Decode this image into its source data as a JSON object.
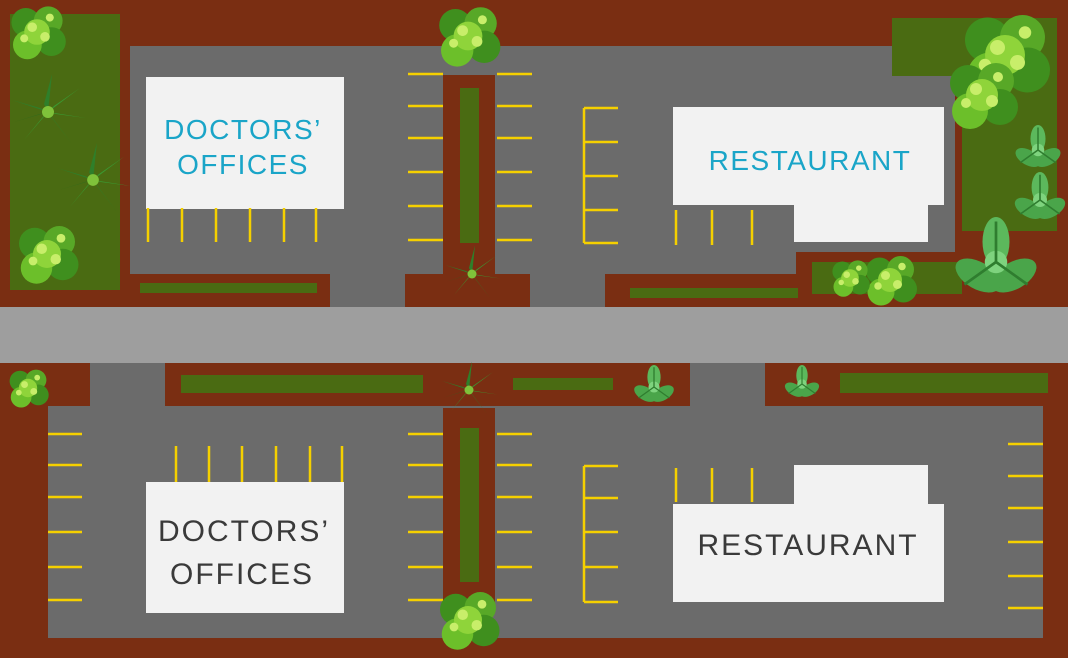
{
  "colors": {
    "soil": "#7a2e12",
    "asphalt": "#6b6b6b",
    "road": "#9e9e9e",
    "grass": "#4a6b12",
    "building": "#f2f2f2",
    "stripe": "#f5d000",
    "accent_text": "#1aa5c8",
    "plain_text": "#3a3a3a"
  },
  "top_block": {
    "offices_label_1": "DOCTORS’",
    "offices_label_2": "OFFICES",
    "restaurant_label": "RESTAURANT"
  },
  "bottom_block": {
    "offices_label_1": "DOCTORS’",
    "offices_label_2": "OFFICES",
    "restaurant_label": "RESTAURANT"
  }
}
